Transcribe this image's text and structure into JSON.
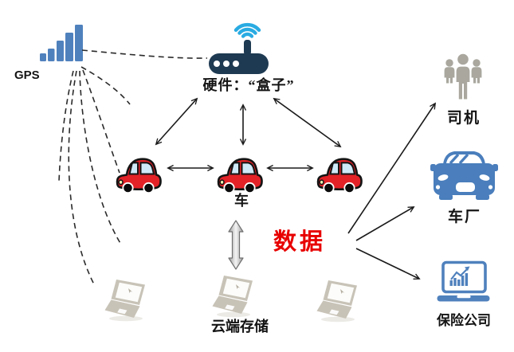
{
  "labels": {
    "gps": "GPS",
    "hardware": "硬件：“盒子”",
    "car": "车",
    "data": "数据",
    "cloud_storage": "云端存储",
    "driver": "司机",
    "car_factory": "车厂",
    "insurance": "保险公司"
  },
  "colors": {
    "gps_bars": "#4f81bd",
    "router_body": "#1e3a52",
    "wifi_arcs": "#29abe2",
    "car_body_red": "#e32227",
    "car_window_blue": "#cfe9f8",
    "data_text_red": "#e80000",
    "right_icons_blue": "#4a7ebc",
    "people_gray": "#a9a79e",
    "laptop_gray": "#c8c3b7",
    "line_black": "#1a1a1a"
  },
  "icons": {
    "gps": "signal-bars-icon",
    "hardware": "wifi-router-icon",
    "vehicle": "cartoon-car-icon",
    "cloud": "laptop-icon",
    "driver": "people-group-icon",
    "car_factory": "car-front-icon",
    "insurance": "laptop-chart-icon",
    "link": "double-headed-arrow",
    "transfer": "thick-updown-arrow"
  }
}
